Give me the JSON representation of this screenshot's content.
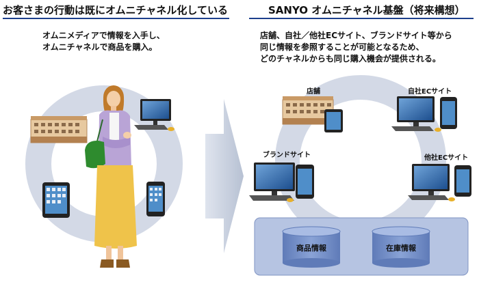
{
  "left": {
    "title": "お客さまの行動は既にオムニチャネル化している",
    "lines": [
      "オムニメディアで情報を入手し、",
      "オムニチャネルで商品を購入。"
    ]
  },
  "right": {
    "title": "SANYO オムニチャネル基盤（将来構想）",
    "lines": [
      "店舗、自社／他社ECサイト、ブランドサイト等から",
      "同じ情報を参照することが可能となるため、",
      "どのチャネルからも同じ購入機会が提供される。"
    ],
    "nodes": {
      "store": "店舗",
      "own_ec": "自社ECサイト",
      "brand_site": "ブランドサイト",
      "other_ec": "他社ECサイト"
    },
    "databases": [
      "商品情報",
      "在庫情報"
    ]
  },
  "colors": {
    "ring": "#cfd6e6",
    "arrow": "#c3ccdb",
    "platform": "#b9c6e3",
    "db": "#6f8bc6",
    "underline": "#1c3f8c"
  }
}
